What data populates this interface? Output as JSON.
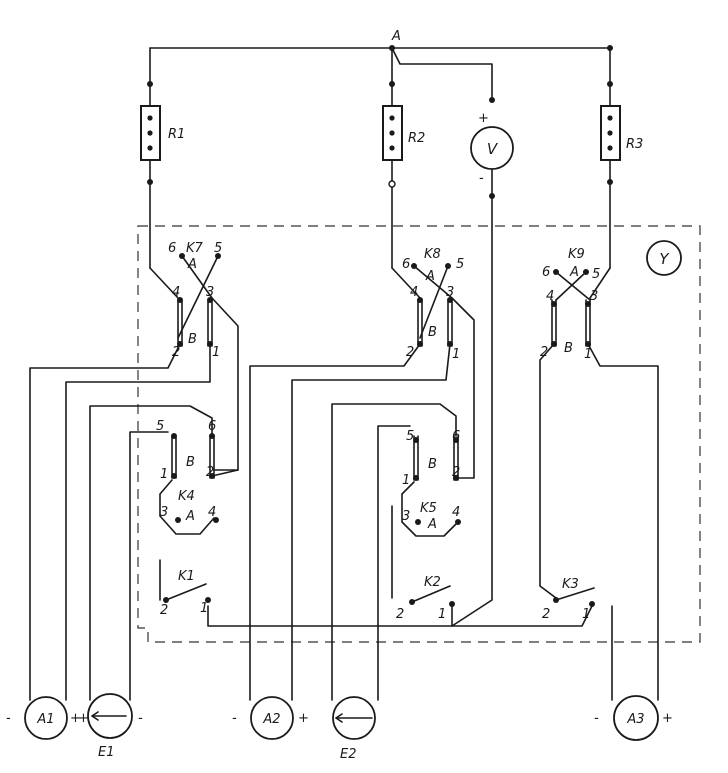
{
  "node_top": "A",
  "resistors": [
    "R1",
    "R2",
    "R3"
  ],
  "voltmeter": {
    "label": "V",
    "plus": "+",
    "minus": "-"
  },
  "control_block": "Y",
  "relays_top": [
    {
      "name": "K7",
      "coil_a": "A",
      "coil_b": "B",
      "pins": [
        "6",
        "5",
        "4",
        "3",
        "2",
        "1"
      ]
    },
    {
      "name": "K8",
      "coil_a": "A",
      "coil_b": "B",
      "pins": [
        "6",
        "5",
        "4",
        "3",
        "2",
        "1"
      ]
    },
    {
      "name": "K9",
      "coil_a": "A",
      "coil_b": "B",
      "pins": [
        "6",
        "5",
        "4",
        "3",
        "2",
        "1"
      ]
    }
  ],
  "relays_mid": [
    {
      "name": "K4",
      "coil_a": "A",
      "coil_b": "B",
      "pins": [
        "5",
        "6",
        "1",
        "2",
        "3",
        "4"
      ]
    },
    {
      "name": "K5",
      "coil_a": "A",
      "coil_b": "B",
      "pins": [
        "5",
        "6",
        "1",
        "2",
        "3",
        "4"
      ]
    }
  ],
  "switches": [
    {
      "name": "K1",
      "pins": [
        "2",
        "1"
      ]
    },
    {
      "name": "K2",
      "pins": [
        "2",
        "1"
      ]
    },
    {
      "name": "K3",
      "pins": [
        "2",
        "1"
      ]
    }
  ],
  "ammeters": [
    "A1",
    "A2",
    "A3"
  ],
  "sources": [
    "E1",
    "E2"
  ],
  "polarity": {
    "plus": "+",
    "minus": "-"
  }
}
